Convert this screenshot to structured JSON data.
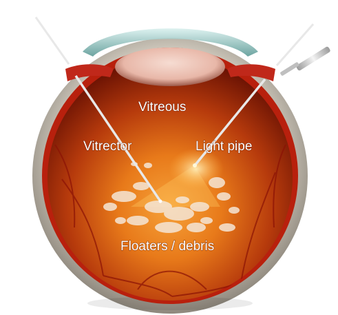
{
  "labels": {
    "vitreous": "Vitreous",
    "vitrector": "Vitrector",
    "light_pipe": "Light pipe",
    "floaters": "Floaters / debris"
  },
  "colors": {
    "sclera": "#d8d2c6",
    "choroid": "#b8200d",
    "vitreous_core": "#e87a1a",
    "vitreous_edge": "#7a1a06",
    "lens": "#e8b7a8",
    "cornea": "#9fd6d2",
    "instrument": "#e2e2e2",
    "debris": "#f5e6d6"
  },
  "icons": [
    "vitrector-instrument-icon",
    "light-pipe-instrument-icon",
    "infusion-cannula-icon"
  ]
}
